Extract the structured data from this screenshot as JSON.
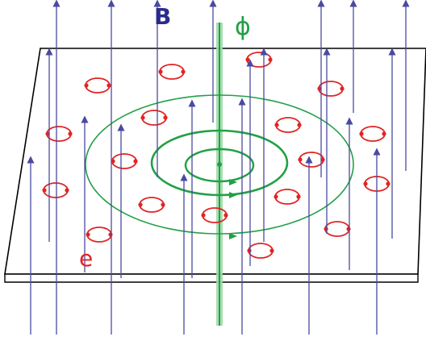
{
  "labels": {
    "magnetic_field": "B",
    "flux": "ϕ",
    "electron": "e"
  },
  "colors": {
    "field_lines": "#4a4aa0",
    "field_label": "#2b2b8c",
    "flux_tube": "#22a046",
    "flux_tube_light": "#9fd9a8",
    "electron_orbits": "#e02424",
    "plane_edge": "#000000"
  },
  "icons": {
    "field_arrow": "arrow-up",
    "orbit_marker": "dot"
  }
}
